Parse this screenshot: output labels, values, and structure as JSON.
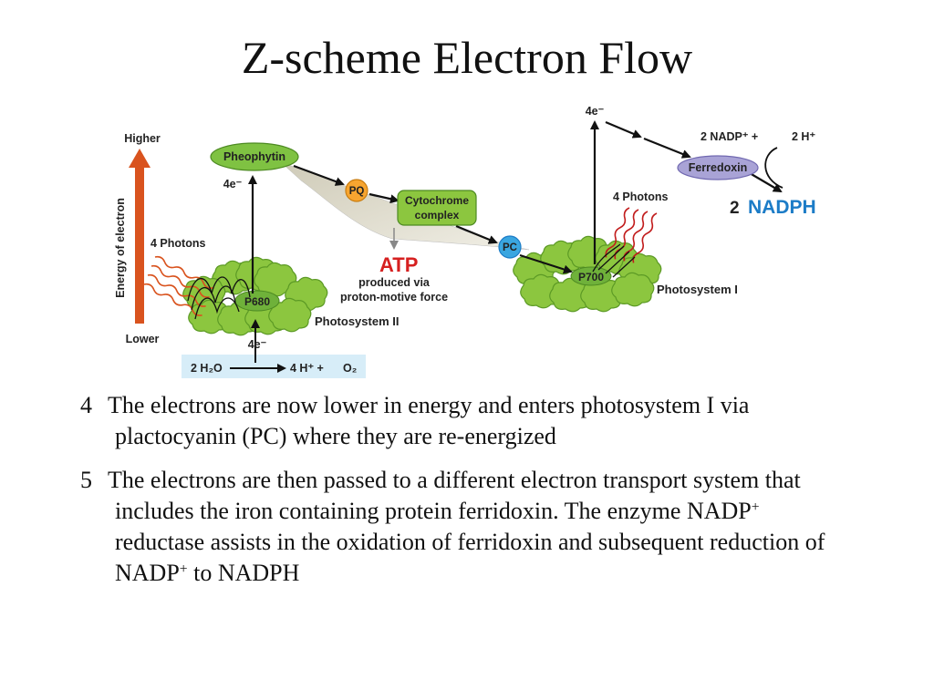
{
  "slide": {
    "title": "Z-scheme Electron Flow"
  },
  "diagram": {
    "axis": {
      "higher": "Higher",
      "lower": "Lower",
      "ylabel": "Energy of electron"
    },
    "pheophytin": "Pheophytin",
    "pq": "PQ",
    "cytochrome_line1": "Cytochrome",
    "cytochrome_line2": "complex",
    "pc": "PC",
    "atp": "ATP",
    "atp_sub1": "produced via",
    "atp_sub2": "proton-motive force",
    "p680": "P680",
    "p700": "P700",
    "photosystem2": "Photosystem II",
    "photosystem1": "Photosystem I",
    "photons_left": "4 Photons",
    "photons_right": "4 Photons",
    "e_pheophytin": "4e⁻",
    "e_water": "4e⁻",
    "e_top": "4e⁻",
    "water": {
      "h2o": "2 H₂O",
      "h": "4 H⁺ +",
      "o2": "O₂"
    },
    "ferredoxin": "Ferredoxin",
    "nadp_in": "2 NADP⁺ +",
    "h_in": "2 H⁺",
    "nadph_num": "2",
    "nadph": "NADPH"
  },
  "bullets": [
    {
      "num": "4",
      "text": "The electrons are now lower in energy and enters photosystem I via plactocyanin (PC) where they are re-energized"
    },
    {
      "num": "5",
      "part1": "The electrons are then passed to a different electron transport system that includes the iron containing protein ferridoxin. The enzyme NADP",
      "sup1": "+",
      "part2": " reductase assists in the oxidation of ferridoxin and subsequent reduction of NADP",
      "sup2": "+",
      "part3": " to NADPH"
    }
  ],
  "colors": {
    "energy_arrow": "#d9531e",
    "pheophytin_fill": "#7fc242",
    "pq_fill": "#f7a530",
    "cytochrome_fill": "#8cc63f",
    "pc_fill": "#3aa6e0",
    "ferredoxin_fill": "#a9a3d6",
    "atp_red": "#d62020",
    "nadph_blue": "#1c7cc7",
    "water_box": "#d7edf8",
    "photosystem_green": "#8cc63f",
    "photon_wave": "#d9531e"
  }
}
